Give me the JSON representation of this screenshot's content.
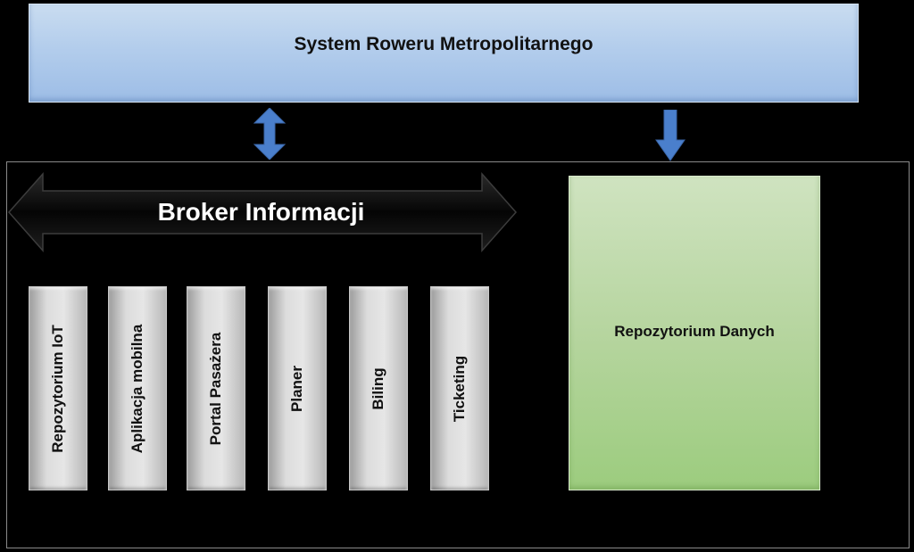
{
  "system": {
    "title": "System Roweru Metropolitarnego"
  },
  "broker": {
    "title": "Broker Informacji"
  },
  "modules": [
    {
      "label": "Repozytorium IoT"
    },
    {
      "label": "Aplikacja mobilna"
    },
    {
      "label": "Portal Pasażera"
    },
    {
      "label": "Planer"
    },
    {
      "label": "Biling"
    },
    {
      "label": "Ticketing"
    }
  ],
  "repository": {
    "title": "Repozytorium Danych"
  },
  "colors": {
    "background": "#000000",
    "system_box": "#b3cdec",
    "repository_box": "#b6d59f",
    "module_box": "#dcdcdc",
    "arrow": "#4a7fcc"
  }
}
